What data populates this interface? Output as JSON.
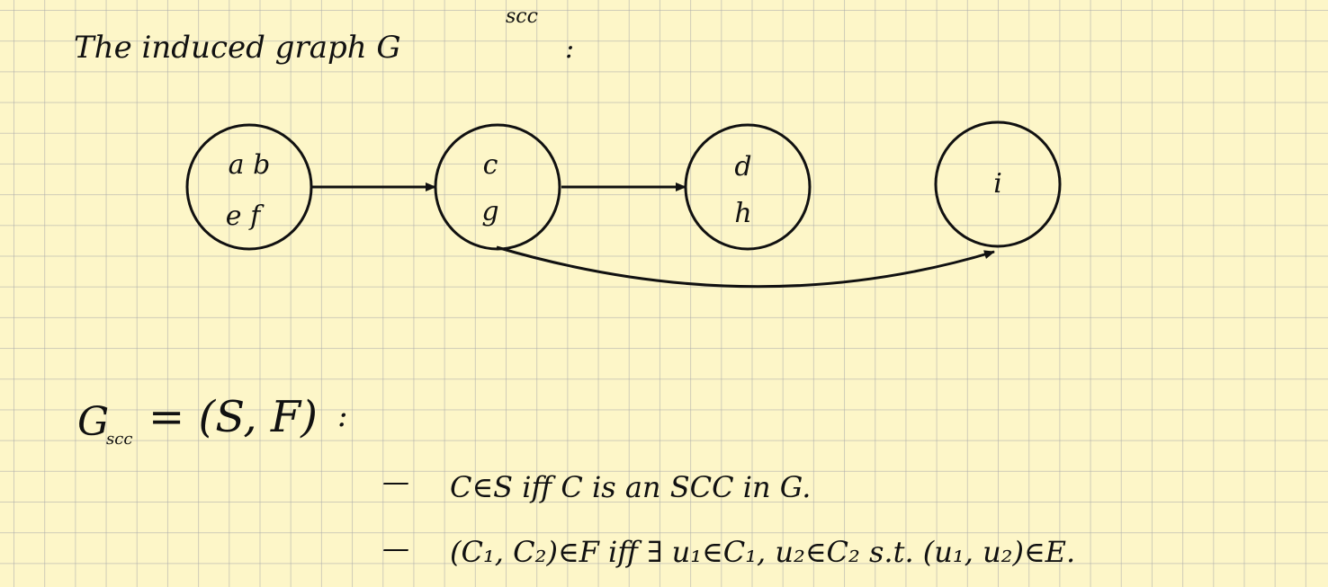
{
  "title": {
    "text": "The induced graph G",
    "superscript": "scc",
    "colon": ":"
  },
  "graph": {
    "nodes": [
      {
        "id": "ab-ef",
        "labels": [
          "a b",
          "e f"
        ]
      },
      {
        "id": "cg",
        "labels": [
          "c",
          "g"
        ]
      },
      {
        "id": "dh",
        "labels": [
          "d",
          "h"
        ]
      },
      {
        "id": "i",
        "labels": [
          "i"
        ]
      }
    ],
    "edges": [
      {
        "from": "ab-ef",
        "to": "cg"
      },
      {
        "from": "cg",
        "to": "dh"
      },
      {
        "from": "cg",
        "to": "i"
      }
    ]
  },
  "definition": {
    "lhs": "G",
    "lhs_sub": "scc",
    "rhs": "= (S, F)",
    "colon": ":",
    "bullet": "—",
    "lines": [
      "C∈S iff C is an SCC in G.",
      "(C₁, C₂)∈F iff ∃ u₁∈C₁, u₂∈C₂ s.t. (u₁, u₂)∈E."
    ]
  }
}
